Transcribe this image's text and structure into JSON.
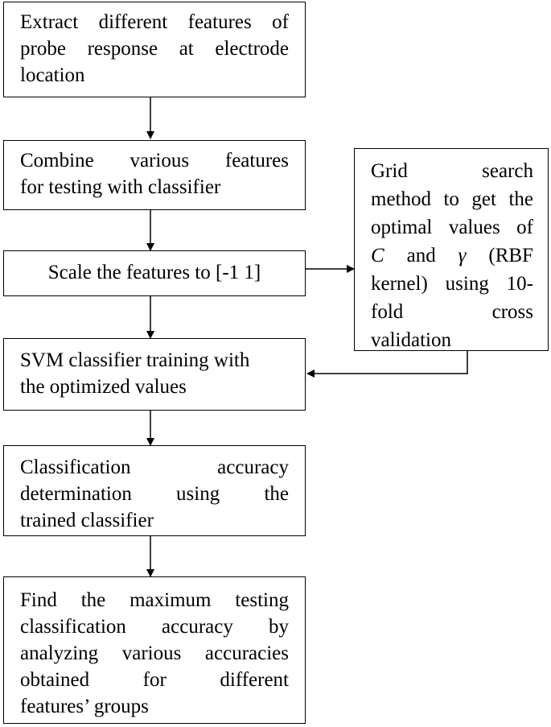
{
  "steps": {
    "extract": {
      "lines": [
        "Extract different features of",
        "probe response at electrode",
        "location"
      ]
    },
    "combine": {
      "lines": [
        "Combine various features",
        "for testing with classifier"
      ]
    },
    "scale": {
      "text": "Scale the features to [-1 1]"
    },
    "grid": {
      "line1": "Grid search",
      "line2": "method to get the",
      "line3": "optimal values of",
      "c_symbol": "C",
      "and_word": "and",
      "gamma_symbol": "γ",
      "rbf": "(RBF",
      "line5": "kernel) using 10-",
      "line6": "fold cross",
      "line7": "validation"
    },
    "svm": {
      "lines": [
        "SVM classifier training with",
        "the optimized values"
      ]
    },
    "accuracy": {
      "lines": [
        "Classification accuracy",
        "determination using the",
        "trained classifier"
      ]
    },
    "maximum": {
      "lines": [
        "Find the maximum testing",
        "classification accuracy by",
        "analyzing various accuracies",
        "obtained for different",
        "features’ groups"
      ]
    }
  }
}
